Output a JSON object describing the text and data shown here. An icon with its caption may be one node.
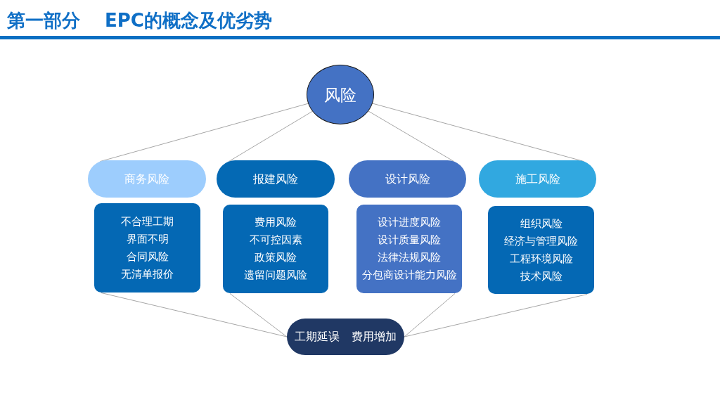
{
  "diagram": {
    "title": "第一部分 EPC的概念及优劣势",
    "nodes": [
      {
        "text": [
          "风险"
        ]
      },
      {
        "text": [
          "商务风险"
        ]
      },
      {
        "text": [
          "报建风险"
        ]
      },
      {
        "text": [
          "设计风险"
        ]
      },
      {
        "text": [
          "施工风险"
        ]
      },
      {
        "text": [
          "不合理工期",
          "界面不明",
          "合同风险",
          "无清单报价"
        ]
      },
      {
        "text": [
          "费用风险",
          "不可控因素",
          "政策风险",
          "遗留问题风险"
        ]
      },
      {
        "text": [
          "设计进度风险",
          "设计质量风险",
          "法律法规风险",
          "分包商设计能力风险"
        ]
      },
      {
        "text": [
          "组织风险",
          "经济与管理风险",
          "工程环境风险",
          "技术风险"
        ]
      },
      {
        "text": [
          "工期延误 费用增加"
        ]
      }
    ],
    "edges": [
      {
        "from": 0,
        "to": 1,
        "arrow": "none"
      },
      {
        "from": 0,
        "to": 2,
        "arrow": "none"
      },
      {
        "from": 0,
        "to": 3,
        "arrow": "none"
      },
      {
        "from": 0,
        "to": 4,
        "arrow": "none"
      },
      {
        "from": 5,
        "to": 9,
        "arrow": "none"
      },
      {
        "from": 6,
        "to": 9,
        "arrow": "none"
      },
      {
        "from": 7,
        "to": 9,
        "arrow": "none"
      },
      {
        "from": 8,
        "to": 9,
        "arrow": "none"
      }
    ]
  }
}
